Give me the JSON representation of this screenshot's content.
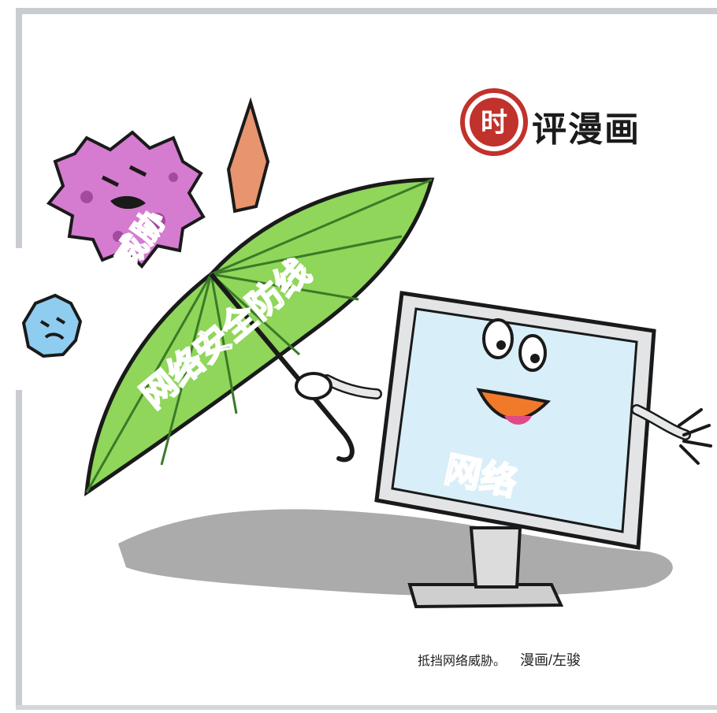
{
  "cartoon": {
    "brand_stamp_char": "时",
    "brand_text": "评漫画",
    "threat_label": "网络威胁",
    "umbrella_label": "网络安全防线",
    "screen_label": "网络",
    "caption": "抵挡网络威胁。",
    "caption_credit": "漫画/左骏"
  },
  "colors": {
    "umbrella": "#8fd65a",
    "threat_label": "#e8141c",
    "virus_pink": "#d57bd0",
    "virus_blue": "#8fcdf0",
    "screen": "#d8eef8",
    "stamp": "#c0322b"
  }
}
